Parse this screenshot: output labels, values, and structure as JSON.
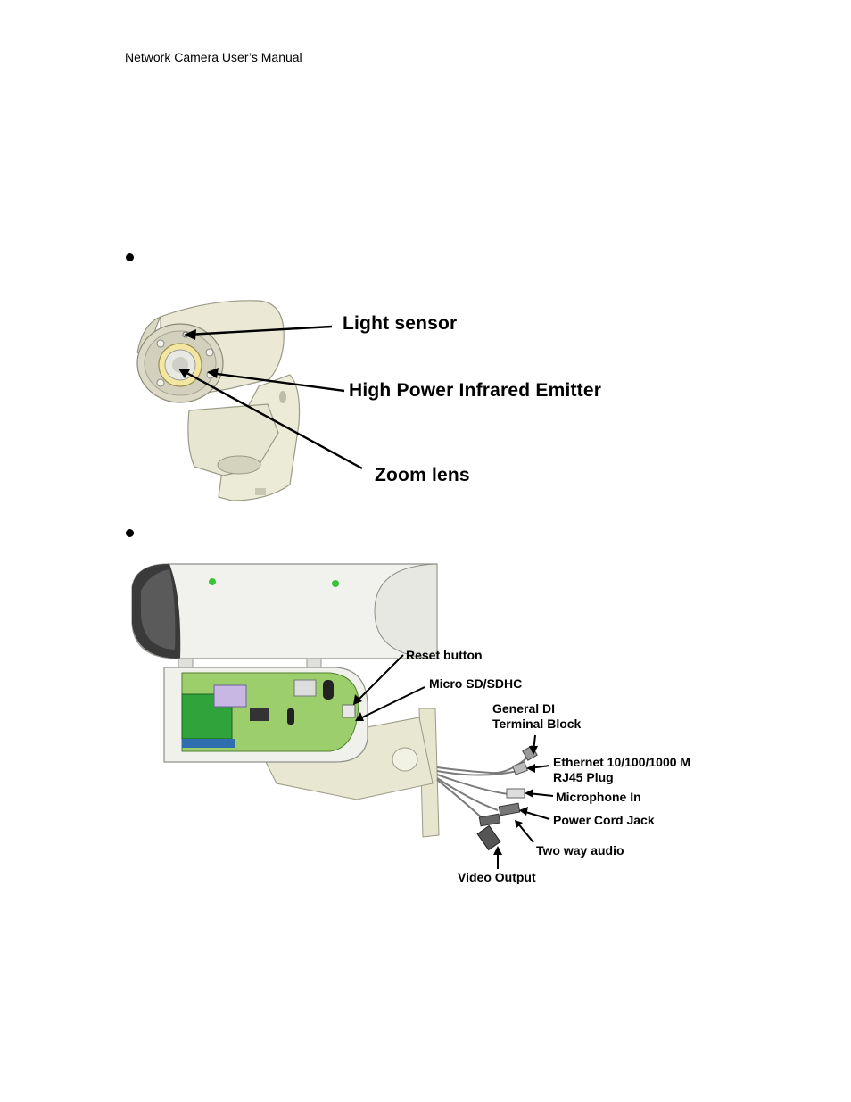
{
  "header": {
    "title": "Network Camera User’s Manual"
  },
  "figure1": {
    "labels": {
      "light_sensor": "Light sensor",
      "ir_emitter": "High Power Infrared Emitter",
      "zoom_lens": "Zoom lens"
    }
  },
  "figure2": {
    "labels": {
      "reset_button": "Reset button",
      "micro_sd": "Micro SD/SDHC",
      "general_di_1": "General DI",
      "general_di_2": "Terminal Block",
      "ethernet_1": "Ethernet 10/100/1000 M",
      "ethernet_2": "RJ45 Plug",
      "microphone": "Microphone In",
      "power_cord": "Power Cord Jack",
      "two_way_audio": "Two way audio",
      "video_output": "Video Output"
    }
  }
}
